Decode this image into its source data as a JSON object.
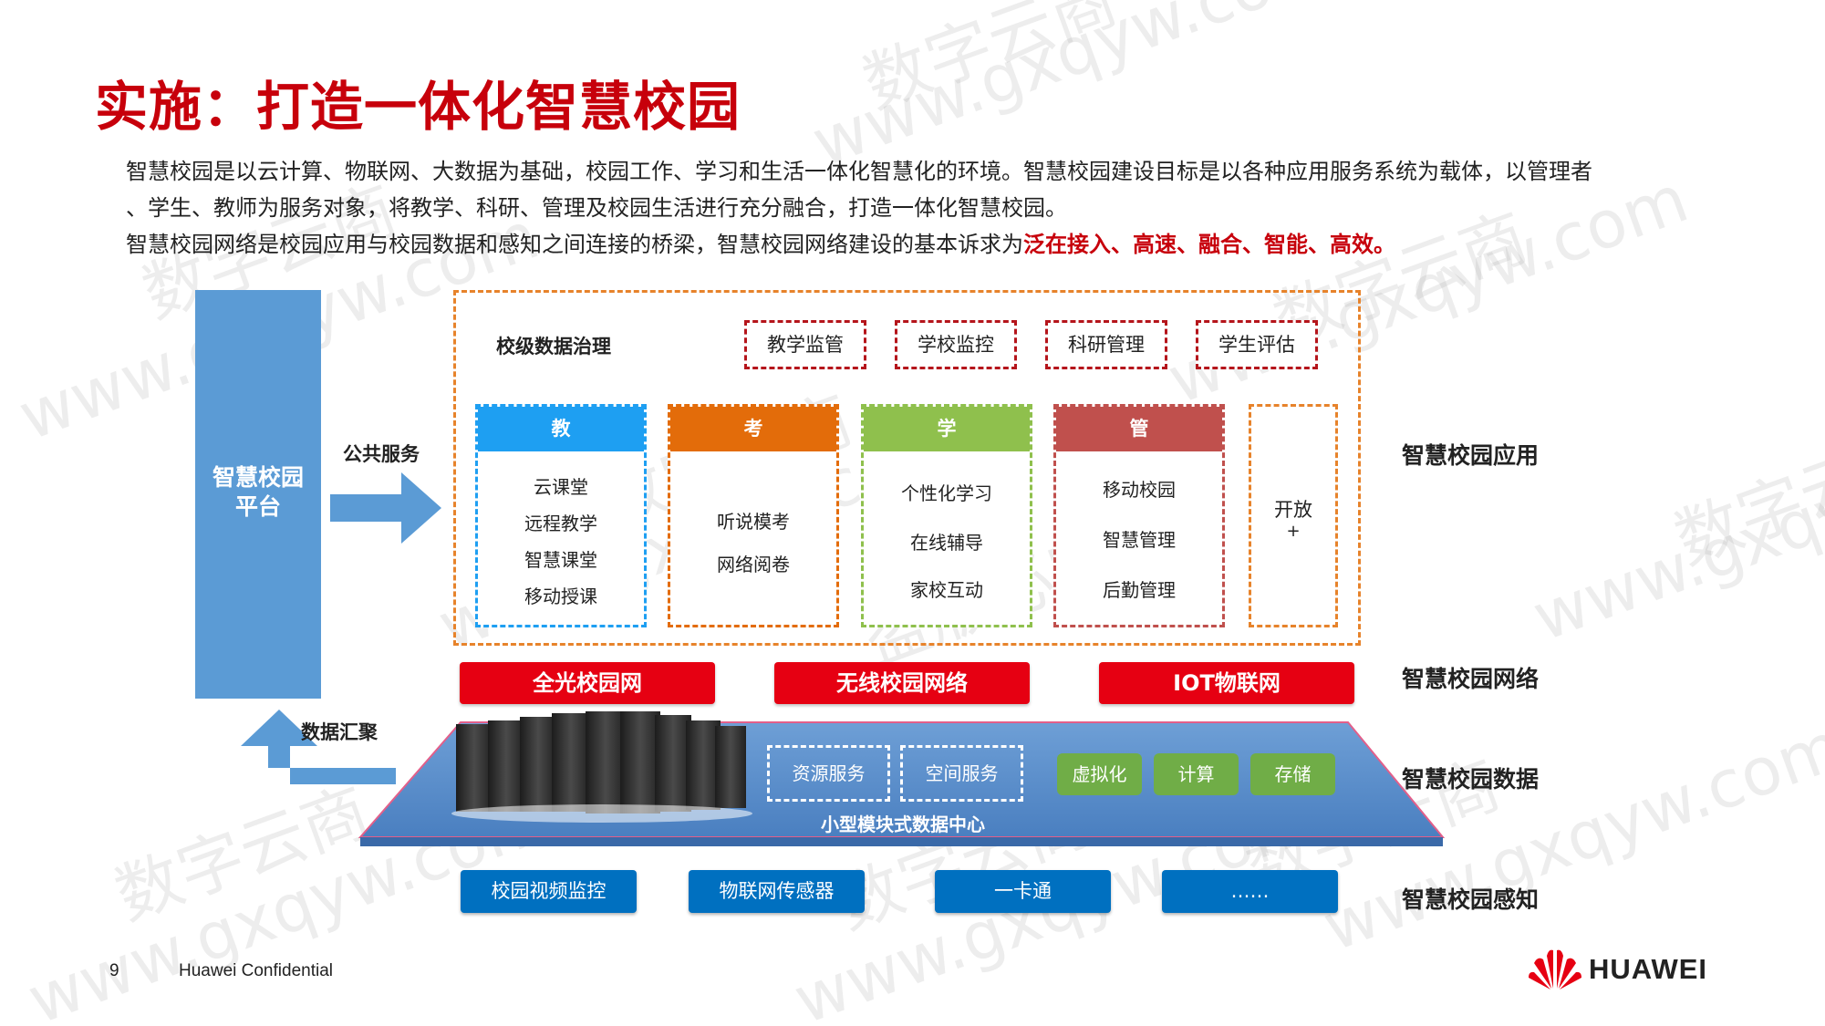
{
  "title": "实施：打造一体化智慧校园",
  "intro": {
    "line1": "智慧校园是以云计算、物联网、大数据为基础，校园工作、学习和生活一体化智慧化的环境。智慧校园建设目标是以各种应用服务系统为载体，以管理者",
    "line2": "、学生、教师为服务对象，将教学、科研、管理及校园生活进行充分融合，打造一体化智慧校园。",
    "line3_prefix": "智慧校园网络是校园应用与校园数据和感知之间连接的桥梁，智慧校园网络建设的基本诉求为",
    "line3_highlight": "泛在接入、高速、融合、智能、高效。"
  },
  "platform": {
    "line1": "智慧校园",
    "line2": "平台"
  },
  "public_service": "公共服务",
  "data_gather": "数据汇聚",
  "school_data_governance": "校级数据治理",
  "top_boxes": [
    "教学监管",
    "学校监控",
    "科研管理",
    "学生评估"
  ],
  "columns": [
    {
      "head": "教",
      "items": [
        "云课堂",
        "远程教学",
        "智慧课堂",
        "移动授课"
      ]
    },
    {
      "head": "考",
      "items": [
        "听说模考",
        "网络阅卷"
      ]
    },
    {
      "head": "学",
      "items": [
        "个性化学习",
        "在线辅导",
        "家校互动"
      ]
    },
    {
      "head": "管",
      "items": [
        "移动校园",
        "智慧管理",
        "后勤管理"
      ]
    }
  ],
  "open_box": {
    "label": "开放",
    "plus": "+"
  },
  "network_buttons": [
    "全光校园网",
    "无线校园网络",
    "IOT物联网"
  ],
  "datacenter": {
    "label": "小型模块式数据中心",
    "services": [
      "资源服务",
      "空间服务"
    ],
    "resources": [
      "虚拟化",
      "计算",
      "存储"
    ]
  },
  "sensing": [
    "校园视频监控",
    "物联网传感器",
    "一卡通",
    "……"
  ],
  "layers": [
    "智慧校园应用",
    "智慧校园网络",
    "智慧校园数据",
    "智慧校园感知"
  ],
  "footer": {
    "page": "9",
    "confidential": "Huawei Confidential",
    "brand": "HUAWEI"
  },
  "colors": {
    "title_red": "#c7000b",
    "platform_blue": "#5b9bd5",
    "frame_orange": "#e7832b",
    "dashed_red": "#b5151b",
    "teach_blue": "#1e9ff2",
    "exam_orange": "#e36c0a",
    "learn_green": "#8fc04d",
    "manage_red": "#c0504d",
    "network_red": "#e60012",
    "green_btn": "#70ad47",
    "sense_blue": "#0070c0"
  },
  "watermarks": [
    "数字云商",
    "www.gxqyw.com",
    "盗版必究"
  ]
}
